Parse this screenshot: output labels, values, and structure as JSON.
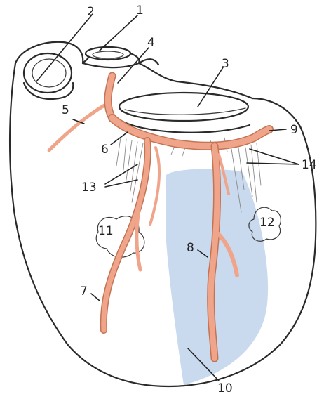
{
  "figure": {
    "colors": {
      "ink": "#2a2a2a",
      "artery": "#f0a58a",
      "artery_outline": "#c27455",
      "region": "#c9d9ee",
      "background": "#ffffff"
    },
    "labels": [
      {
        "id": "1",
        "text": "1"
      },
      {
        "id": "2",
        "text": "2"
      },
      {
        "id": "3",
        "text": "3"
      },
      {
        "id": "4",
        "text": "4"
      },
      {
        "id": "5",
        "text": "5"
      },
      {
        "id": "6",
        "text": "6"
      },
      {
        "id": "7",
        "text": "7"
      },
      {
        "id": "8",
        "text": "8"
      },
      {
        "id": "9",
        "text": "9"
      },
      {
        "id": "10",
        "text": "10"
      },
      {
        "id": "11",
        "text": "11"
      },
      {
        "id": "12",
        "text": "12"
      },
      {
        "id": "13",
        "text": "13"
      },
      {
        "id": "14",
        "text": "14"
      }
    ]
  }
}
